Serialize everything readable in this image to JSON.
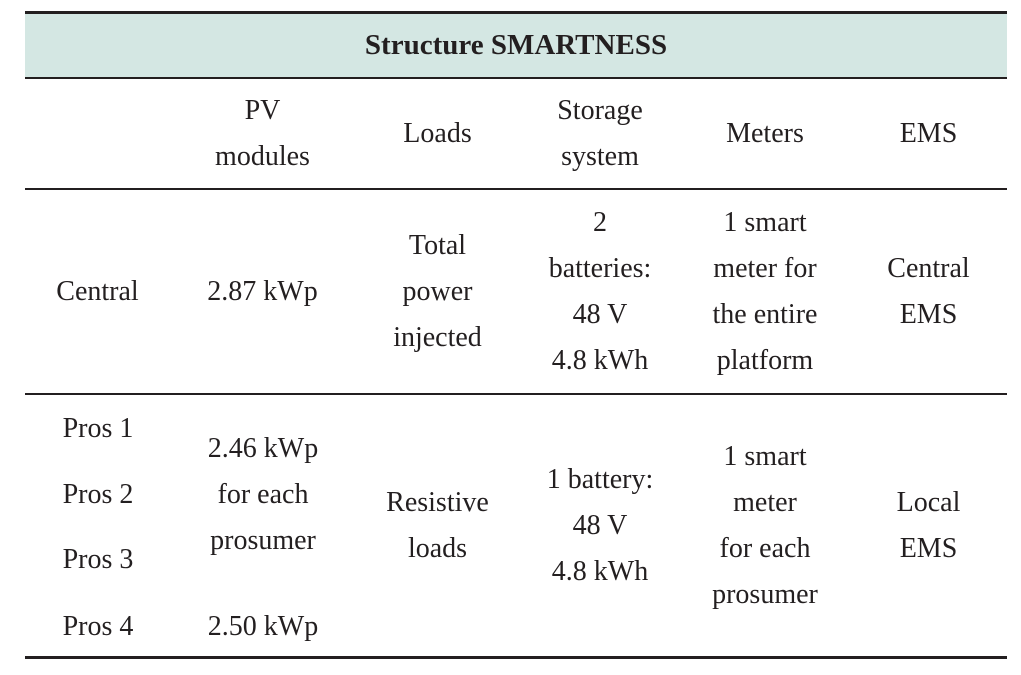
{
  "title": "Structure SMARTNESS",
  "columns": [
    {
      "lines": [
        ""
      ]
    },
    {
      "lines": [
        "PV",
        "modules"
      ]
    },
    {
      "lines": [
        "Loads"
      ]
    },
    {
      "lines": [
        "Storage",
        "system"
      ]
    },
    {
      "lines": [
        "Meters"
      ]
    },
    {
      "lines": [
        "EMS"
      ]
    }
  ],
  "central": {
    "label": "Central",
    "pv": [
      "2.87 kWp"
    ],
    "loads": [
      "Total",
      "power",
      "injected"
    ],
    "storage": [
      "2",
      "batteries:",
      "48 V",
      "4.8 kWh"
    ],
    "meters": [
      "1 smart",
      "meter for",
      "the entire",
      "platform"
    ],
    "ems": [
      "Central",
      "EMS"
    ]
  },
  "prosumers": {
    "labels": [
      "Pros 1",
      "Pros 2",
      "Pros 3",
      "Pros 4"
    ],
    "pv_shared": [
      "2.46 kWp",
      "for each",
      "prosumer"
    ],
    "pv_pros4": "2.50 kWp",
    "loads": [
      "Resistive",
      "loads"
    ],
    "storage": [
      "1 battery:",
      "48 V",
      "4.8 kWh"
    ],
    "meters": [
      "1 smart",
      "meter",
      "for each",
      "prosumer"
    ],
    "ems": [
      "Local",
      "EMS"
    ]
  }
}
